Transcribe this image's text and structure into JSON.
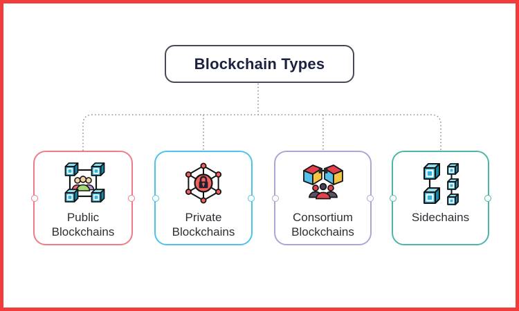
{
  "frame": {
    "border_color": "#f23b3b",
    "background": "#ffffff"
  },
  "header": {
    "title": "Blockchain Types"
  },
  "colors": {
    "title_text": "#1c2140",
    "title_border": "#464a55",
    "connector": "#8c8c8c",
    "label_text": "#2d2d33"
  },
  "nodes": [
    {
      "label": "Public Blockchains",
      "border_color": "#ef7b87",
      "icon": "network-cubes-people-icon"
    },
    {
      "label": "Private Blockchains",
      "border_color": "#4cc4e9",
      "icon": "hexagon-network-lock-icon"
    },
    {
      "label": "Consortium Blockchains",
      "border_color": "#aba6d6",
      "icon": "linked-cubes-group-icon"
    },
    {
      "label": "Sidechains",
      "border_color": "#4eb5a9",
      "icon": "parallel-cube-chains-icon"
    }
  ]
}
